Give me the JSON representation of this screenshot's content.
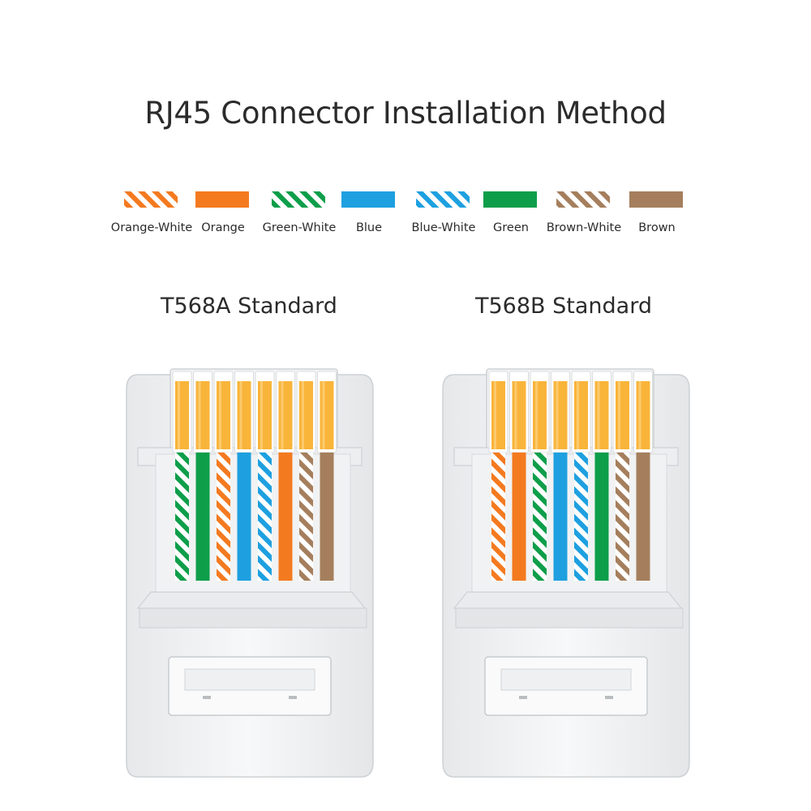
{
  "title": "RJ45 Connector Installation Method",
  "colors": {
    "orange": "#f47a20",
    "green": "#0e9e4a",
    "blue": "#1ea0e0",
    "brown": "#a57f5d",
    "gold": "#f9b43a"
  },
  "legend": [
    {
      "label": "Orange-White",
      "color": "orange",
      "striped": true
    },
    {
      "label": "Orange",
      "color": "orange",
      "striped": false
    },
    {
      "label": "Green-White",
      "color": "green",
      "striped": true
    },
    {
      "label": "Blue",
      "color": "blue",
      "striped": false
    },
    {
      "label": "Blue-White",
      "color": "blue",
      "striped": true
    },
    {
      "label": "Green",
      "color": "green",
      "striped": false
    },
    {
      "label": "Brown-White",
      "color": "brown",
      "striped": true
    },
    {
      "label": "Brown",
      "color": "brown",
      "striped": false
    }
  ],
  "standards": [
    {
      "title": "T568A Standard",
      "wires": [
        {
          "color": "green",
          "striped": true
        },
        {
          "color": "green",
          "striped": false
        },
        {
          "color": "orange",
          "striped": true
        },
        {
          "color": "blue",
          "striped": false
        },
        {
          "color": "blue",
          "striped": true
        },
        {
          "color": "orange",
          "striped": false
        },
        {
          "color": "brown",
          "striped": true
        },
        {
          "color": "brown",
          "striped": false
        }
      ]
    },
    {
      "title": "T568B Standard",
      "wires": [
        {
          "color": "orange",
          "striped": true
        },
        {
          "color": "orange",
          "striped": false
        },
        {
          "color": "green",
          "striped": true
        },
        {
          "color": "blue",
          "striped": false
        },
        {
          "color": "blue",
          "striped": true
        },
        {
          "color": "green",
          "striped": false
        },
        {
          "color": "brown",
          "striped": true
        },
        {
          "color": "brown",
          "striped": false
        }
      ]
    }
  ]
}
